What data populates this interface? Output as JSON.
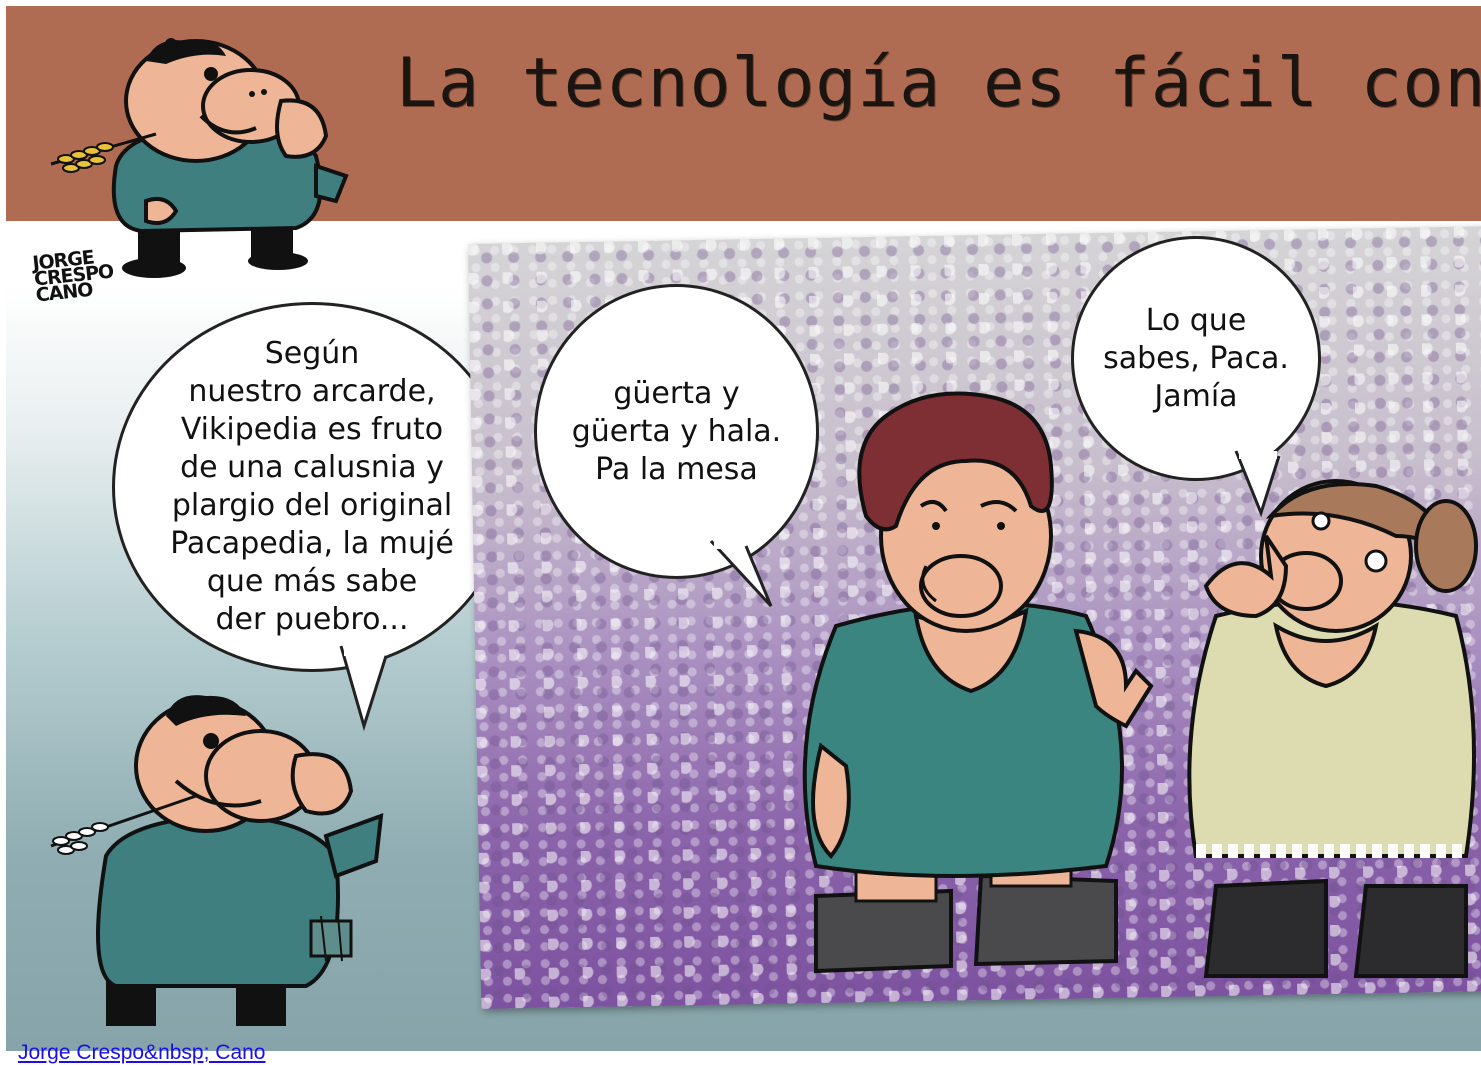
{
  "banner": {
    "title": "La tecnología es fácil con Lur"
  },
  "signature": {
    "line1": "JORGE",
    "line2": "CRESPO",
    "line3": "CANO"
  },
  "bubbles": [
    {
      "text": "Según\nnuestro arcarde,\nVikipedia es fruto\nde una calusnia y\nplargio del original\nPacapedia, la mujé\nque más sabe\nder puebro..."
    },
    {
      "text": "güerta y\ngüerta y hala.\nPa la mesa"
    },
    {
      "text": "Lo que\nsabes, Paca.\nJamía"
    }
  ],
  "credit": {
    "text": "Jorge Crespo&nbsp; Cano"
  },
  "colors": {
    "banner": "#b06c52",
    "teal_shirt": "#3a857f",
    "skin": "#eeb697",
    "hair_red": "#7e2f33",
    "dress": "#dcdcb0"
  }
}
